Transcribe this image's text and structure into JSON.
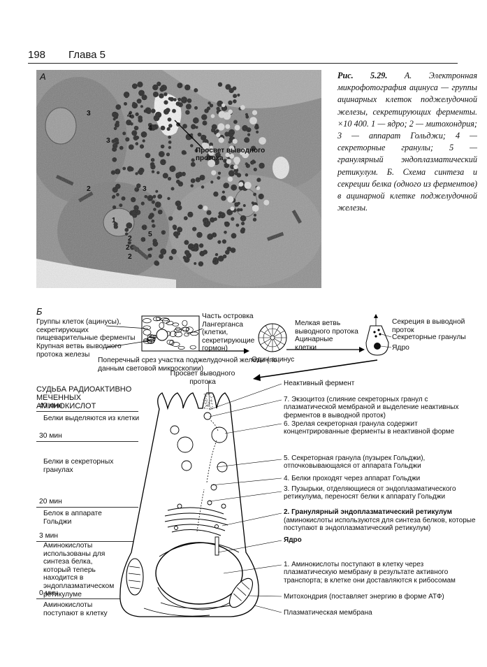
{
  "header": {
    "page_number": "198",
    "chapter": "Глава 5"
  },
  "caption": {
    "fig_label": "Рис. 5.29.",
    "text": "А. Электронная микрофотография ацинуса — группы ацинарных клеток поджелудочной железы, секретирующих ферменты. ×10 400. 1 — ядро; 2 — митохондрия; 3 — аппарат Гольджи; 4 — секреторные гранулы; 5 — гранулярный эндоплазматический ретикулум. Б. Схема синтеза и секреции белка (одного из ферментов) в ацинарной клетке поджелудочной железы."
  },
  "panel_a": {
    "letter": "А",
    "duct_label": "Просвет выводного протока",
    "markers": [
      "1",
      "2",
      "2",
      "2",
      "2",
      "3",
      "3",
      "3",
      "4",
      "4",
      "5"
    ]
  },
  "panel_b": {
    "letter": "Б",
    "overview": {
      "acini_groups": "Группы клеток (ацинусы), секретирующих пищеварительные ферменты",
      "large_duct": "Крупная ветвь выводного протока железы",
      "islet": "Часть островка Лангерганса (клетки, секретирующие гормон)",
      "cross_section": "Поперечный срез участка поджелудочной железы (по данным световой микроскопии)",
      "small_duct": "Мелкая ветвь выводного протока",
      "acinar_cells": "Ацинарные клетки",
      "one_acinus": "Один ацинус",
      "secretion": "Секреция в выводной проток",
      "granules": "Секреторные гранулы",
      "nucleus": "Ядро"
    },
    "fate_title": "СУДЬБА РАДИОАКТИВНО МЕЧЕННЫХ АМИНОКИСЛОТ",
    "timeline": [
      {
        "time": "40 мин",
        "text": "Белки выделяются из клетки"
      },
      {
        "time": "30 мин",
        "text": "Белки в секреторных гранулах"
      },
      {
        "time": "20 мин",
        "text": "Белок в аппарате Гольджи"
      },
      {
        "time": "3 мин",
        "text": "Аминокислоты использованы для синтеза белка, который теперь находится в эндоплазматическом ретикулуме"
      },
      {
        "time": "0 мин",
        "text": "Аминокислоты поступают в клетку"
      }
    ],
    "cell_labels": {
      "duct_lumen": "Просвет выводного протока",
      "inactive_enzyme": "Неактивный фермент",
      "step7": "7. Экзоцитоз (слияние секреторных гранул с плазматической мембраной и выделение неактивных ферментов в выводной проток)",
      "step6": "6. Зрелая секреторная гранула содержит концентрированные ферменты в неактивной форме",
      "step5": "5. Секреторная гранула (пузырек Гольджи), отпочковывающаяся от аппарата Гольджи",
      "step4": "4. Белки проходят через аппарат Гольджи",
      "step3": "3. Пузырьки, отделяющиеся от эндоплазматического ретикулума, переносят белки к аппарату Гольджи",
      "step2_title": "2. Гранулярный эндоплазматический ретикулум",
      "step2_text": "(аминокислоты используются для синтеза белков, которые поступают в эндоплазматический ретикулум)",
      "nucleus": "Ядро",
      "step1": "1. Аминокислоты поступают в клетку через плазматическую мембрану в результате активного транспорта; в клетке они доставляются к рибосомам",
      "mitochondrion": "Митохондрия (поставляет энергию в форме АТФ)",
      "plasma_membrane": "Плазматическая мембрана"
    }
  }
}
